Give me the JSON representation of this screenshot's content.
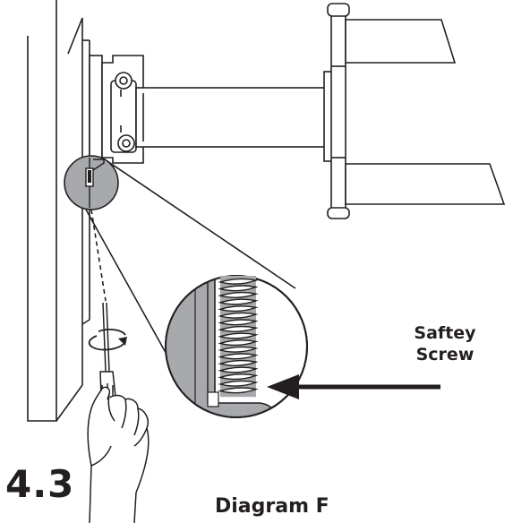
{
  "step_number": "4.3",
  "caption": "Diagram F",
  "callout": {
    "line1": "Saftey",
    "line2": "Screw"
  },
  "colors": {
    "line": "#231f20",
    "detail_fill": "#a7a9ac",
    "background": "#ffffff"
  }
}
